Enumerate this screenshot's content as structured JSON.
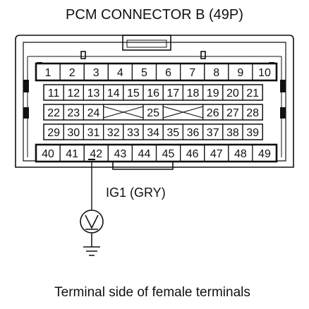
{
  "title": "PCM CONNECTOR B (49P)",
  "caption": "Terminal side of female terminals",
  "probe_label": "IG1 (GRY)",
  "meter_symbol": "V",
  "probe_pin": "42",
  "pins": {
    "row1": [
      "1",
      "2",
      "3",
      "4",
      "5",
      "6",
      "7",
      "8",
      "9",
      "10"
    ],
    "row2": [
      "11",
      "12",
      "13",
      "14",
      "15",
      "16",
      "17",
      "18",
      "19",
      "20",
      "21"
    ],
    "row3": [
      "22",
      "23",
      "24",
      "",
      "",
      "25",
      "",
      "",
      "26",
      "27",
      "28"
    ],
    "row4": [
      "29",
      "30",
      "31",
      "32",
      "33",
      "34",
      "35",
      "36",
      "37",
      "38",
      "39"
    ],
    "row5": [
      "40",
      "41",
      "42",
      "43",
      "44",
      "45",
      "46",
      "47",
      "48",
      "49"
    ]
  }
}
